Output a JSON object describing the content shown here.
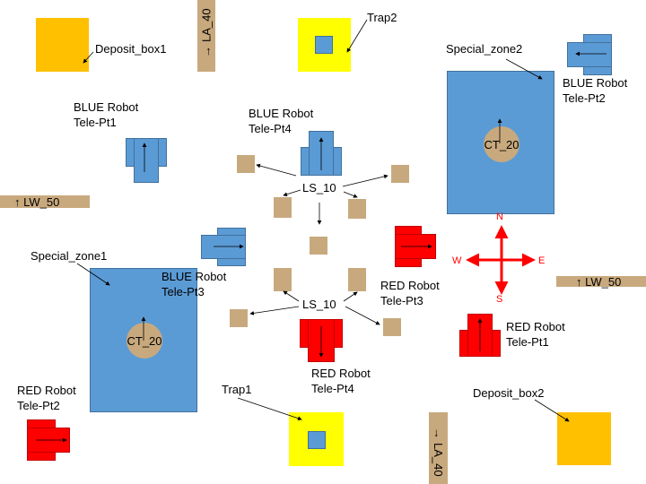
{
  "labels": {
    "deposit_box1": "Deposit_box1",
    "deposit_box2": "Deposit_box2",
    "trap1": "Trap1",
    "trap2": "Trap2",
    "special_zone1": "Special_zone1",
    "special_zone2": "Special_zone2",
    "ct_20": "CT_20",
    "ls_10": "LS_10",
    "lw_50": "LW_50",
    "la_40": "LA_40",
    "blue_tele_pt1": "BLUE Robot\nTele-Pt1",
    "blue_tele_pt2": "BLUE Robot\nTele-Pt2",
    "blue_tele_pt3": "BLUE Robot\nTele-Pt3",
    "blue_tele_pt4": "BLUE Robot\nTele-Pt4",
    "red_tele_pt1": "RED Robot\nTele-Pt1",
    "red_tele_pt2": "RED Robot\nTele-Pt2",
    "red_tele_pt3": "RED Robot\nTele-Pt3",
    "red_tele_pt4": "RED Robot\nTele-Pt4"
  },
  "wall_arrows": {
    "up": "↑",
    "left": "←",
    "right": "→"
  },
  "compass": {
    "n": "N",
    "s": "S",
    "e": "E",
    "w": "W"
  },
  "colors": {
    "blue": "#5b9bd5",
    "red": "#ff0000",
    "tan": "#c8a97e",
    "yellow": "#ffff00",
    "orange": "#ffc000"
  }
}
